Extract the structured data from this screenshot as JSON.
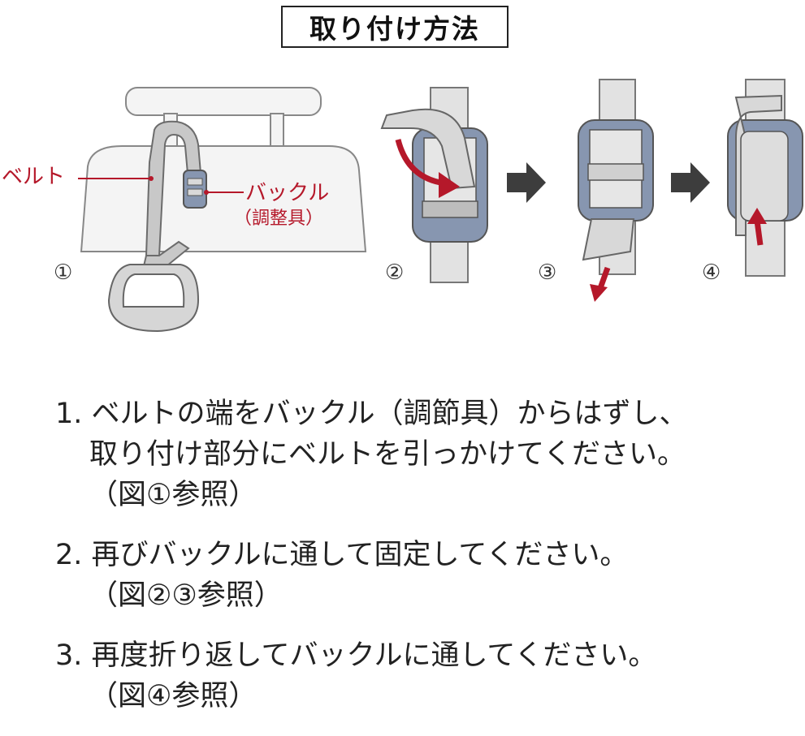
{
  "title": "取り付け方法",
  "diagram": {
    "label_belt": "ベルト",
    "label_buckle": "バックル",
    "label_buckle_sub": "（調整具）",
    "fig_numbers": [
      "①",
      "②",
      "③",
      "④"
    ]
  },
  "steps": [
    {
      "number": "1.",
      "lines": [
        "ベルトの端をバックル（調節具）からはずし、",
        "取り付け部分にベルトを引っかけてください。"
      ],
      "ref": "（図①参照）"
    },
    {
      "number": "2.",
      "lines": [
        "再びバックルに通して固定してください。"
      ],
      "ref": "（図②③参照）"
    },
    {
      "number": "3.",
      "lines": [
        "再度折り返してバックルに通してください。"
      ],
      "ref": "（図④参照）"
    }
  ],
  "colors": {
    "accent_red": "#b5182a",
    "buckle_blue": "#8796b0",
    "belt_gray": "#c8c8c8",
    "arrow_gray": "#3d3d3d"
  }
}
